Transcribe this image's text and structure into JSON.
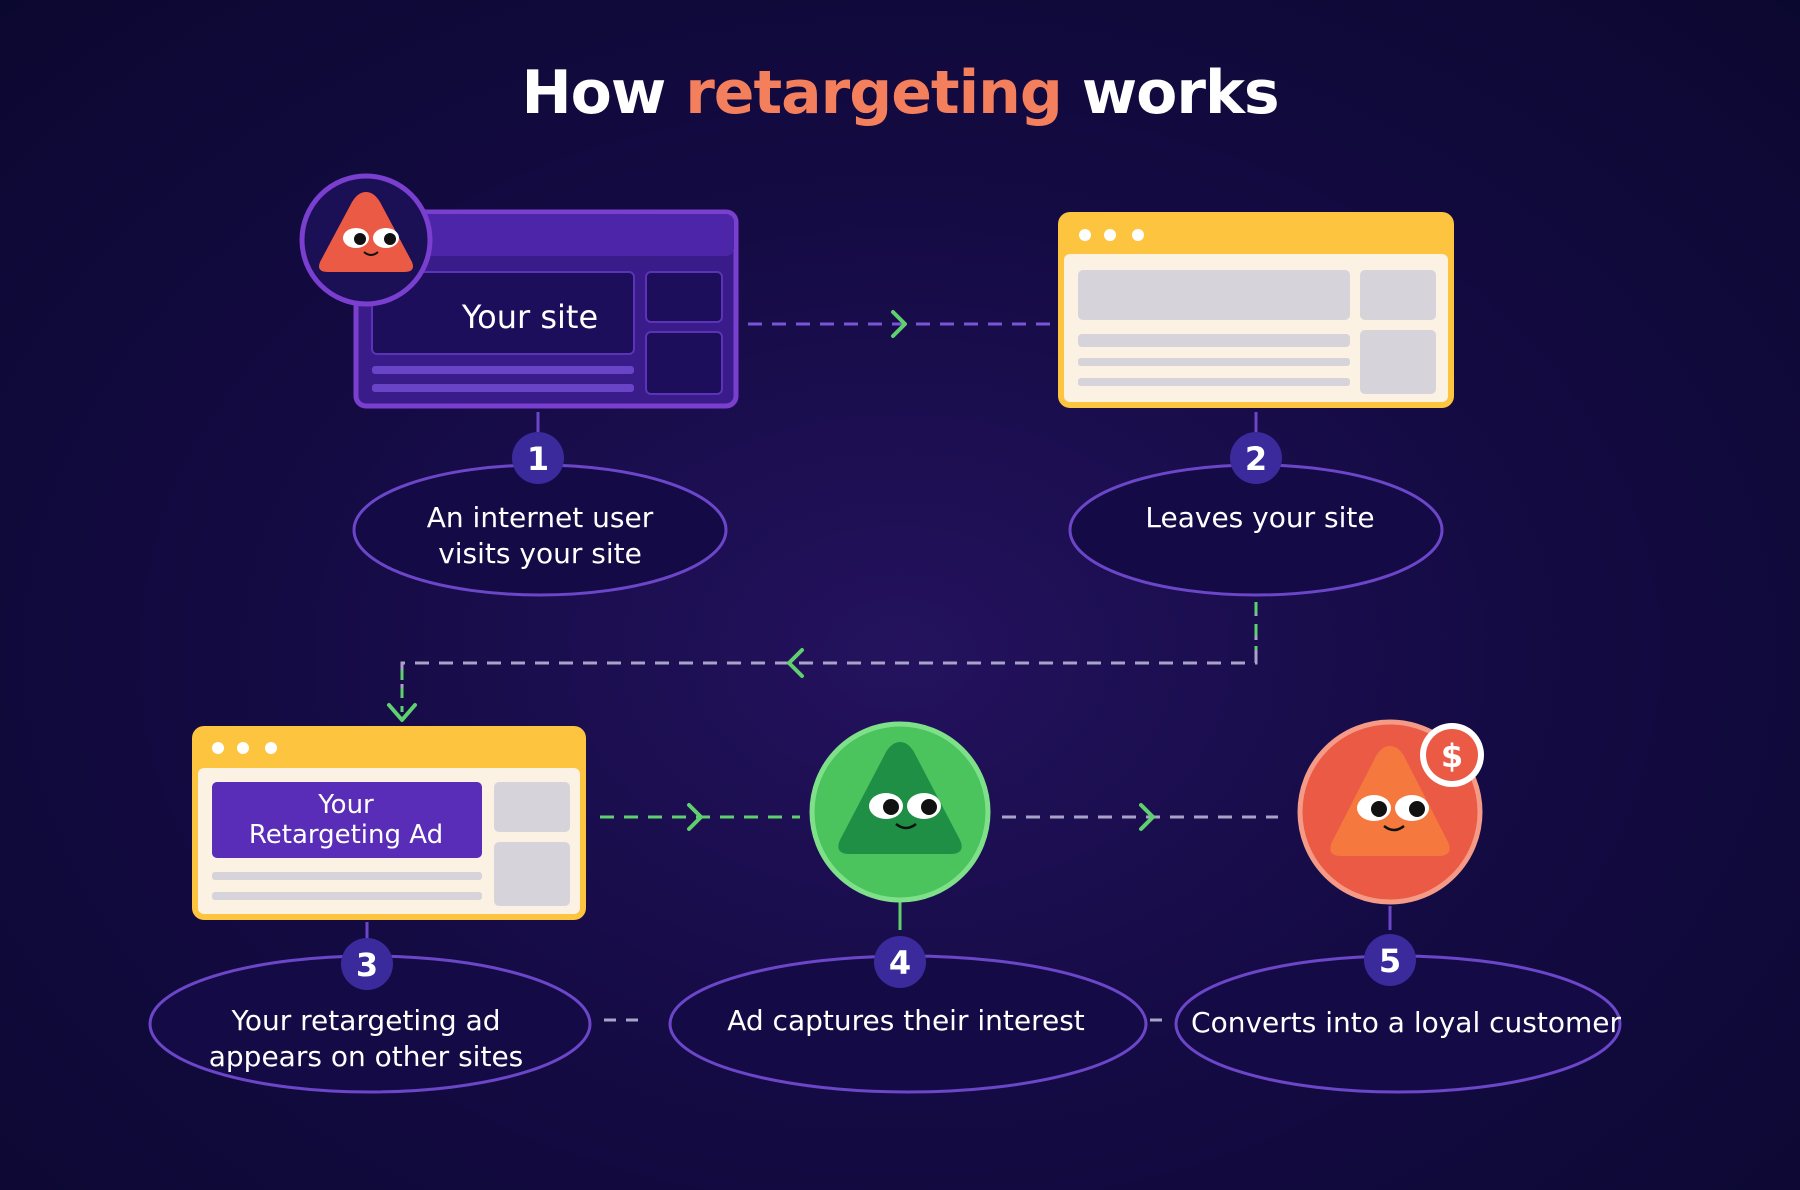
{
  "title": {
    "prefix": "How ",
    "highlight": "retargeting",
    "suffix": " works"
  },
  "colors": {
    "background": "#150b45",
    "accent": "#f47f5c",
    "purple": "#7a3fcf",
    "yellow": "#fcc43f",
    "green": "#4cc45e",
    "red": "#ea5a45",
    "arrow": "#5fd06e"
  },
  "windows": {
    "your_site_label": "Your site",
    "ad_label_line1": "Your",
    "ad_label_line2": "Retargeting Ad"
  },
  "steps": [
    {
      "number": "1",
      "line1": "An internet user",
      "line2": "visits your site"
    },
    {
      "number": "2",
      "line1": "Leaves your site",
      "line2": ""
    },
    {
      "number": "3",
      "line1": "Your retargeting ad",
      "line2": "appears on other sites"
    },
    {
      "number": "4",
      "line1": "Ad captures their interest",
      "line2": ""
    },
    {
      "number": "5",
      "line1": "Converts into a loyal customer",
      "line2": ""
    }
  ],
  "icons": {
    "user_avatar": "triangle-character-icon",
    "interest": "green-triangle-character-icon",
    "customer": "red-triangle-character-icon",
    "coin": "dollar-coin-icon"
  },
  "dollar_symbol": "$"
}
